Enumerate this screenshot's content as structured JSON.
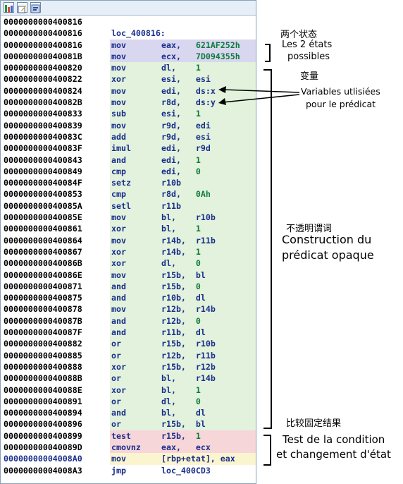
{
  "colors": {
    "highlight_state": "#d9d7f0",
    "highlight_body": "#e2f2dc",
    "highlight_test": "#f7d6d9",
    "highlight_store": "#fbf5cf",
    "addr_blue": "#1a2f8c"
  },
  "toolbar": {
    "icons": [
      "graph-icon",
      "edit-icon",
      "hex-view-icon"
    ]
  },
  "code": [
    {
      "addr": "0000000000400816",
      "label": "",
      "mn": "",
      "op1": "",
      "op2": "",
      "hl": ""
    },
    {
      "addr": "0000000000400816",
      "label": "loc_400816:",
      "mn": "",
      "op1": "",
      "op2": "",
      "hl": ""
    },
    {
      "addr": "0000000000400816",
      "label": "",
      "mn": "mov",
      "op1": "eax,",
      "op2": "621AF252h",
      "hl": "state"
    },
    {
      "addr": "000000000040081B",
      "label": "",
      "mn": "mov",
      "op1": "ecx,",
      "op2": "7D094355h",
      "hl": "state"
    },
    {
      "addr": "0000000000400820",
      "label": "",
      "mn": "mov",
      "op1": "dl,",
      "op2": "1",
      "hl": "body"
    },
    {
      "addr": "0000000000400822",
      "label": "",
      "mn": "xor",
      "op1": "esi,",
      "op2": "esi",
      "hl": "body"
    },
    {
      "addr": "0000000000400824",
      "label": "",
      "mn": "mov",
      "op1": "edi,",
      "op2": "ds:x",
      "hl": "body"
    },
    {
      "addr": "000000000040082B",
      "label": "",
      "mn": "mov",
      "op1": "r8d,",
      "op2": "ds:y",
      "hl": "body"
    },
    {
      "addr": "0000000000400833",
      "label": "",
      "mn": "sub",
      "op1": "esi,",
      "op2": "1",
      "hl": "body"
    },
    {
      "addr": "0000000000400839",
      "label": "",
      "mn": "mov",
      "op1": "r9d,",
      "op2": "edi",
      "hl": "body"
    },
    {
      "addr": "000000000040083C",
      "label": "",
      "mn": "add",
      "op1": "r9d,",
      "op2": "esi",
      "hl": "body"
    },
    {
      "addr": "000000000040083F",
      "label": "",
      "mn": "imul",
      "op1": "edi,",
      "op2": "r9d",
      "hl": "body"
    },
    {
      "addr": "0000000000400843",
      "label": "",
      "mn": "and",
      "op1": "edi,",
      "op2": "1",
      "hl": "body"
    },
    {
      "addr": "0000000000400849",
      "label": "",
      "mn": "cmp",
      "op1": "edi,",
      "op2": "0",
      "hl": "body"
    },
    {
      "addr": "000000000040084F",
      "label": "",
      "mn": "setz",
      "op1": "r10b",
      "op2": "",
      "hl": "body"
    },
    {
      "addr": "0000000000400853",
      "label": "",
      "mn": "cmp",
      "op1": "r8d,",
      "op2": "0Ah",
      "hl": "body"
    },
    {
      "addr": "000000000040085A",
      "label": "",
      "mn": "setl",
      "op1": "r11b",
      "op2": "",
      "hl": "body"
    },
    {
      "addr": "000000000040085E",
      "label": "",
      "mn": "mov",
      "op1": "bl,",
      "op2": "r10b",
      "hl": "body"
    },
    {
      "addr": "0000000000400861",
      "label": "",
      "mn": "xor",
      "op1": "bl,",
      "op2": "1",
      "hl": "body"
    },
    {
      "addr": "0000000000400864",
      "label": "",
      "mn": "mov",
      "op1": "r14b,",
      "op2": "r11b",
      "hl": "body"
    },
    {
      "addr": "0000000000400867",
      "label": "",
      "mn": "xor",
      "op1": "r14b,",
      "op2": "1",
      "hl": "body"
    },
    {
      "addr": "000000000040086B",
      "label": "",
      "mn": "xor",
      "op1": "dl,",
      "op2": "0",
      "hl": "body"
    },
    {
      "addr": "000000000040086E",
      "label": "",
      "mn": "mov",
      "op1": "r15b,",
      "op2": "bl",
      "hl": "body"
    },
    {
      "addr": "0000000000400871",
      "label": "",
      "mn": "and",
      "op1": "r15b,",
      "op2": "0",
      "hl": "body"
    },
    {
      "addr": "0000000000400875",
      "label": "",
      "mn": "and",
      "op1": "r10b,",
      "op2": "dl",
      "hl": "body"
    },
    {
      "addr": "0000000000400878",
      "label": "",
      "mn": "mov",
      "op1": "r12b,",
      "op2": "r14b",
      "hl": "body"
    },
    {
      "addr": "000000000040087B",
      "label": "",
      "mn": "and",
      "op1": "r12b,",
      "op2": "0",
      "hl": "body"
    },
    {
      "addr": "000000000040087F",
      "label": "",
      "mn": "and",
      "op1": "r11b,",
      "op2": "dl",
      "hl": "body"
    },
    {
      "addr": "0000000000400882",
      "label": "",
      "mn": "or",
      "op1": "r15b,",
      "op2": "r10b",
      "hl": "body"
    },
    {
      "addr": "0000000000400885",
      "label": "",
      "mn": "or",
      "op1": "r12b,",
      "op2": "r11b",
      "hl": "body"
    },
    {
      "addr": "0000000000400888",
      "label": "",
      "mn": "xor",
      "op1": "r15b,",
      "op2": "r12b",
      "hl": "body"
    },
    {
      "addr": "000000000040088B",
      "label": "",
      "mn": "or",
      "op1": "bl,",
      "op2": "r14b",
      "hl": "body"
    },
    {
      "addr": "000000000040088E",
      "label": "",
      "mn": "xor",
      "op1": "bl,",
      "op2": "1",
      "hl": "body"
    },
    {
      "addr": "0000000000400891",
      "label": "",
      "mn": "or",
      "op1": "dl,",
      "op2": "0",
      "hl": "body"
    },
    {
      "addr": "0000000000400894",
      "label": "",
      "mn": "and",
      "op1": "bl,",
      "op2": "dl",
      "hl": "body"
    },
    {
      "addr": "0000000000400896",
      "label": "",
      "mn": "or",
      "op1": "r15b,",
      "op2": "bl",
      "hl": "body"
    },
    {
      "addr": "0000000000400899",
      "label": "",
      "mn": "test",
      "op1": "r15b,",
      "op2": "1",
      "hl": "test"
    },
    {
      "addr": "000000000040089D",
      "label": "",
      "mn": "cmovnz",
      "op1": "eax,",
      "op2": "ecx",
      "hl": "test"
    },
    {
      "addr": "00000000004008A0",
      "label": "",
      "mn": "mov",
      "op1": "[rbp+etat],",
      "op2": "eax",
      "hl": "store",
      "addr_blue": true
    },
    {
      "addr": "00000000004008A3",
      "label": "",
      "mn": "jmp",
      "op1": "loc_400CD3",
      "op2": "",
      "hl": ""
    }
  ],
  "annotations": {
    "states_cn": "两个状态",
    "states_fr_1": "Les 2 états",
    "states_fr_2": "possibles",
    "vars_cn": "变量",
    "vars_fr_1": "Variables utlisiées",
    "vars_fr_2": "pour le prédicat",
    "opaque_cn": "不透明谓词",
    "opaque_fr_1": "Construction du",
    "opaque_fr_2": "prédicat opaque",
    "test_cn": "比较固定结果",
    "test_fr_1": "Test de la condition",
    "test_fr_2": "et changement d'état"
  }
}
